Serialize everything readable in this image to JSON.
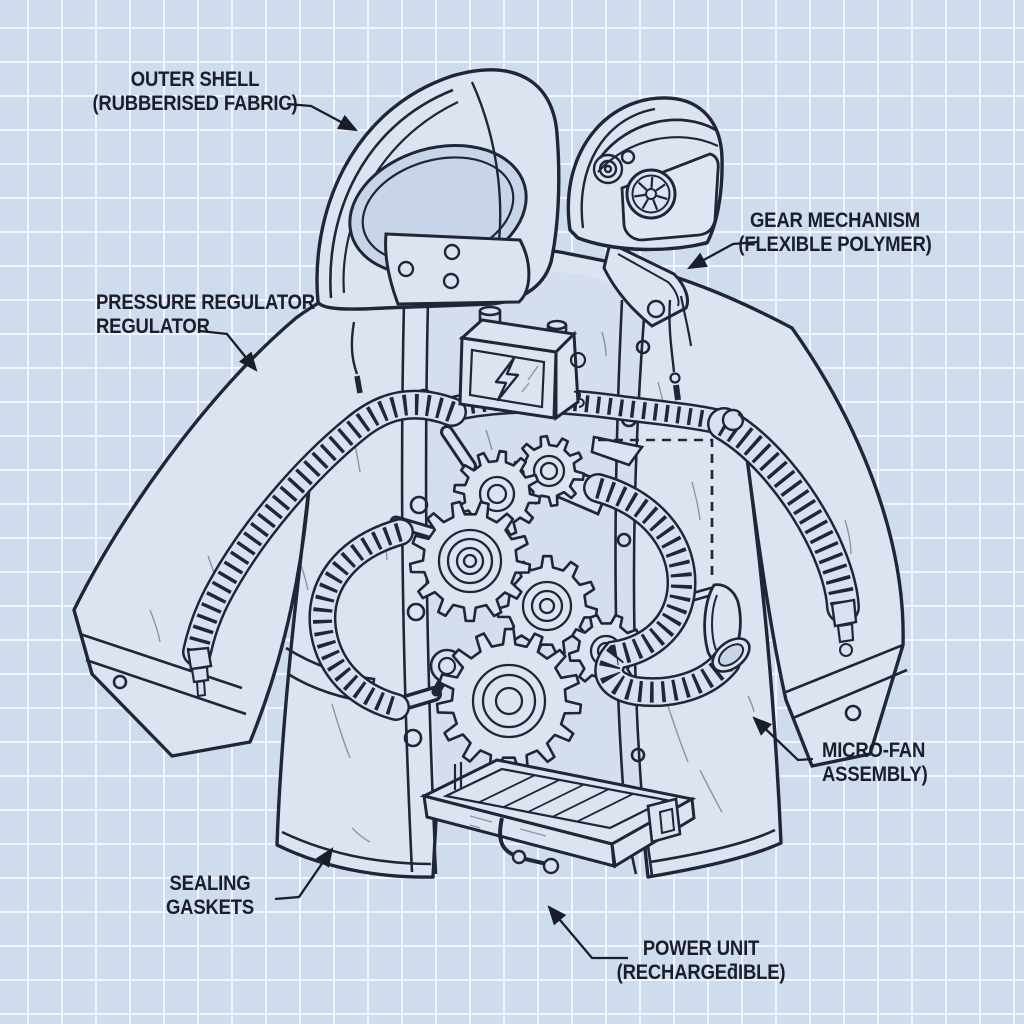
{
  "canvas": {
    "background_color": "#cfdcee",
    "grid_line_color": "#f4f8fd",
    "ink_color": "#212636",
    "coat_fill_color": "#dce4f2"
  },
  "labels": {
    "outer_shell": {
      "line1": "OUTER SHELL",
      "line2": "(RUBBERISED FABRIC)"
    },
    "gear_mechanism": {
      "line1": "GEAR MECHANISM",
      "line2": "(FLEXIBLE POLYMER)"
    },
    "pressure_regulator": {
      "line1": "PRESSURE REGULATOR",
      "line2": "REGULATOR"
    },
    "micro_fan": {
      "line1": "MICRO-FAN",
      "line2": "ASSEMBLY)"
    },
    "sealing_gaskets": {
      "line1": "SEALING",
      "line2": "GASKETS"
    },
    "power_unit": {
      "line1": "POWER UNIT",
      "line2": "(RECHARGEƌIBLE)"
    }
  }
}
